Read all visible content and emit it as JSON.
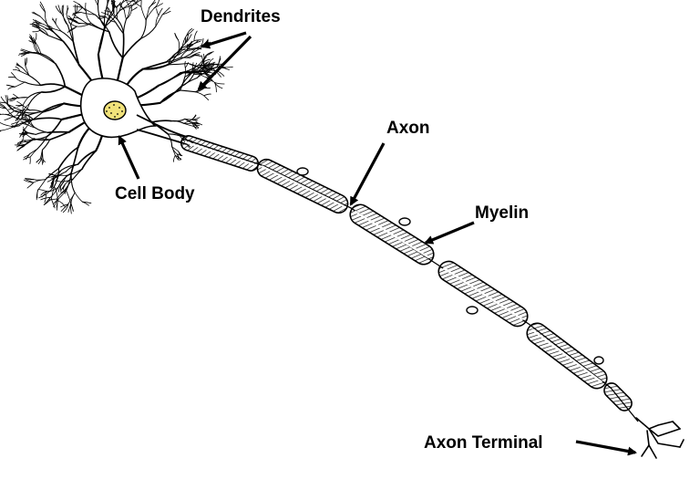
{
  "labels": {
    "dendrites": "Dendrites",
    "cell_body": "Cell Body",
    "axon": "Axon",
    "myelin": "Myelin",
    "axon_terminal": "Axon Terminal"
  },
  "colors": {
    "ink": "#000000",
    "background": "#ffffff",
    "nucleus": "#f1e27a"
  },
  "parts": {
    "myelin_segment_count": 6
  }
}
